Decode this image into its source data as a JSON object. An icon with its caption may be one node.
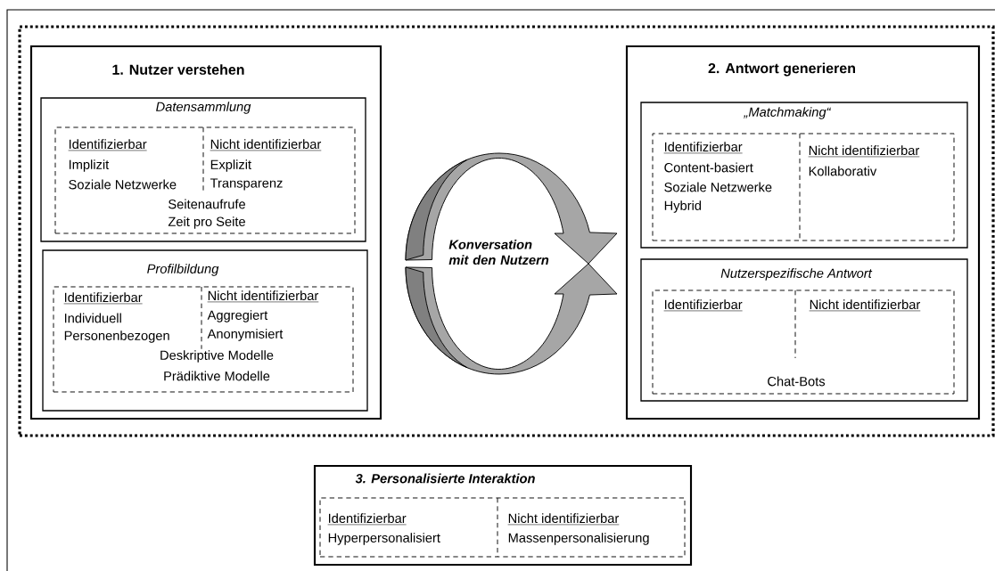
{
  "diagram": {
    "nodes": [
      {
        "text": [],
        "shape": "box"
      },
      {
        "text": [
          "1. Nutzer verstehen"
        ],
        "in": 0
      },
      {
        "text": [
          "Datensammlung"
        ],
        "in": 1
      },
      {
        "text": [
          "Identifizierbar",
          "Implizit",
          "Soziale Netzwerke",
          "Nicht identifizierbar",
          "Explizit",
          "Transparenz",
          "Seitenaufrufe",
          "Zeit pro Seite"
        ],
        "in": 2
      },
      {
        "text": [
          "Profilbildung"
        ],
        "in": 1
      },
      {
        "text": [
          "Identifizierbar",
          "Individuell",
          "Personenbezogen",
          "Nicht identifizierbar",
          "Aggregiert",
          "Anonymisiert",
          "Deskriptive Modelle",
          "Prädiktive Modelle"
        ],
        "in": 4
      },
      {
        "text": [
          "Konversation mit den Nutzern"
        ],
        "in": 0
      },
      {
        "text": [
          "2. Antwort generieren"
        ],
        "in": 0
      },
      {
        "text": [
          "„Matchmaking“"
        ],
        "in": 7
      },
      {
        "text": [
          "Identifizierbar",
          "Content-basiert",
          "Soziale Netzwerke",
          "Hybrid",
          "Nicht identifizierbar",
          "Kollaborativ"
        ],
        "in": 8
      },
      {
        "text": [
          "Nutzerspezifische Antwort"
        ],
        "in": 7
      },
      {
        "text": [
          "Identifizierbar",
          "Nicht identifizierbar",
          "Chat-Bots"
        ],
        "in": 10
      },
      {
        "text": [
          "3. Personalisierte Interaktion"
        ]
      },
      {
        "text": [
          "Identifizierbar",
          "Hyperpersonalisiert",
          "Nicht identifizierbar",
          "Massenpersonalisierung"
        ],
        "in": 12
      }
    ]
  }
}
